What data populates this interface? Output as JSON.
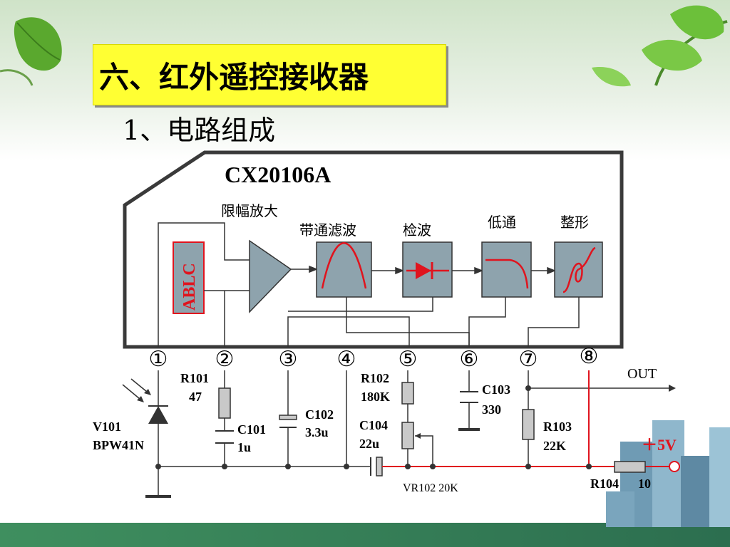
{
  "slide": {
    "title": "六、红外遥控接收器",
    "subtitle": "1、电路组成"
  },
  "chip": {
    "name": "CX20106A",
    "ablc": "ABLC",
    "blocks": {
      "limiter_amp": "限幅放大",
      "bandpass": "带通滤波",
      "detector": "检波",
      "lowpass": "低通",
      "shaper": "整形"
    },
    "pins": [
      "①",
      "②",
      "③",
      "④",
      "⑤",
      "⑥",
      "⑦",
      "⑧"
    ]
  },
  "components": {
    "R101": {
      "ref": "R101",
      "value": "47"
    },
    "C101": {
      "ref": "C101",
      "value": "1u"
    },
    "C102": {
      "ref": "C102",
      "value": "3.3u"
    },
    "R102": {
      "ref": "R102",
      "value": "180K"
    },
    "C104": {
      "ref": "C104",
      "value": "22u"
    },
    "C103": {
      "ref": "C103",
      "value": "330"
    },
    "R103": {
      "ref": "R103",
      "value": "22K"
    },
    "V101": {
      "ref": "V101",
      "value": "BPW41N"
    },
    "VR102": {
      "label": "VR102  20K"
    },
    "R104": {
      "ref": "R104",
      "value": "10"
    }
  },
  "labels": {
    "out": "OUT",
    "vcc": "＋5V"
  },
  "colors": {
    "title_bg": "#ffff33",
    "signal_red": "#e0141e",
    "block_fill": "#8ea3ad",
    "footer_green": "#2e7d5a"
  }
}
